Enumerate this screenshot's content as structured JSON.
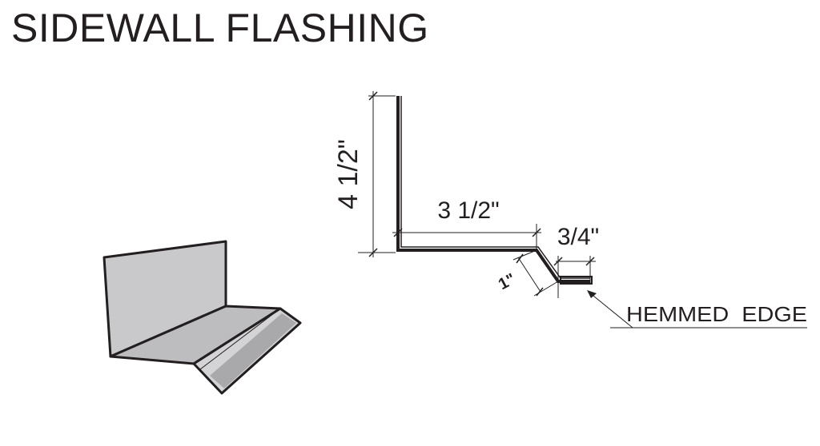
{
  "title": "SIDEWALL FLASHING",
  "dimensions": {
    "height": "4 1/2\"",
    "base": "3 1/2\"",
    "offset": "3/4\"",
    "drop": "1\""
  },
  "callout": {
    "hemmed_edge": "HEMMED  EDGE"
  },
  "colors": {
    "ink": "#231f20",
    "panel_light": "#c9c9cb",
    "panel_mid": "#bdbdbf",
    "panel_dark": "#a9a9ab"
  }
}
